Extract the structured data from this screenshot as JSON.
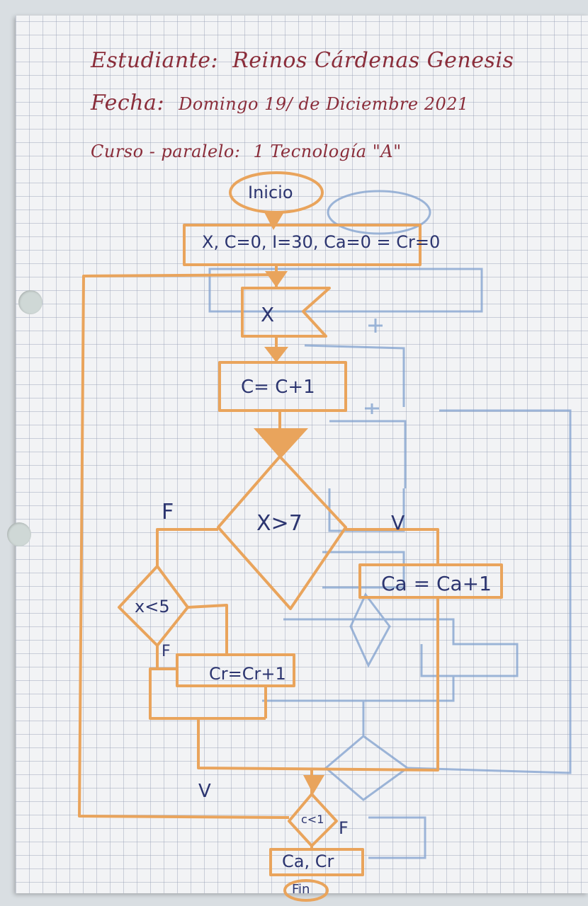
{
  "header": {
    "student_label": "Estudiante:",
    "student_name": "Reinos Cárdenas Genesis",
    "date_label": "Fecha:",
    "date_value": "Domingo 19/ de Diciembre 2021",
    "course_label": "Curso - paralelo:",
    "course_value": "1 Tecnología \"A\""
  },
  "flowchart": {
    "start": "Inicio",
    "init": "X, C=0, I=30, Ca=0 = Cr=0",
    "input": "X",
    "counter": "C= C+1",
    "decision1": "X>7",
    "decision1_false": "F",
    "decision1_true": "V",
    "process_true": "Ca = Ca+1",
    "decision2": "x<5",
    "decision2_false": "F",
    "process_false": "Cr=Cr+1",
    "loop_true": "V",
    "decision3": "c<1",
    "decision3_false": "F",
    "output": "Ca, Cr",
    "end": "Fin"
  },
  "colors": {
    "orange_ink": "#e9a45c",
    "blue_ink": "#7f9fce",
    "header_ink": "#8a2d3a",
    "label_ink": "#2c3570"
  }
}
